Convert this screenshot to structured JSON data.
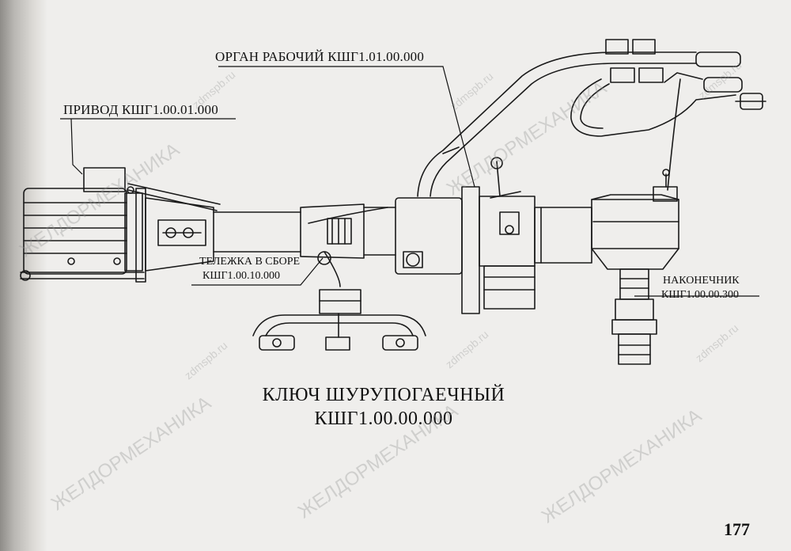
{
  "labels": {
    "privod": "ПРИВОД КШГ1.00.01.000",
    "organ": "ОРГАН РАБОЧИЙ КШГ1.01.00.000",
    "telezhka_line1": "ТЕЛЕЖКА В СБОРЕ",
    "telezhka_line2": "КШГ1.00.10.000",
    "nakonechnik_line1": "НАКОНЕЧНИК",
    "nakonechnik_line2": "КШГ1.00.00.300"
  },
  "title": {
    "line1": "КЛЮЧ ШУРУПОГАЕЧНЫЙ",
    "line2": "КШГ1.00.00.000"
  },
  "page_number": "177",
  "watermarks": {
    "brand": "ЖЕЛДОРМЕХАНИКА",
    "site": "zdmspb.ru"
  }
}
